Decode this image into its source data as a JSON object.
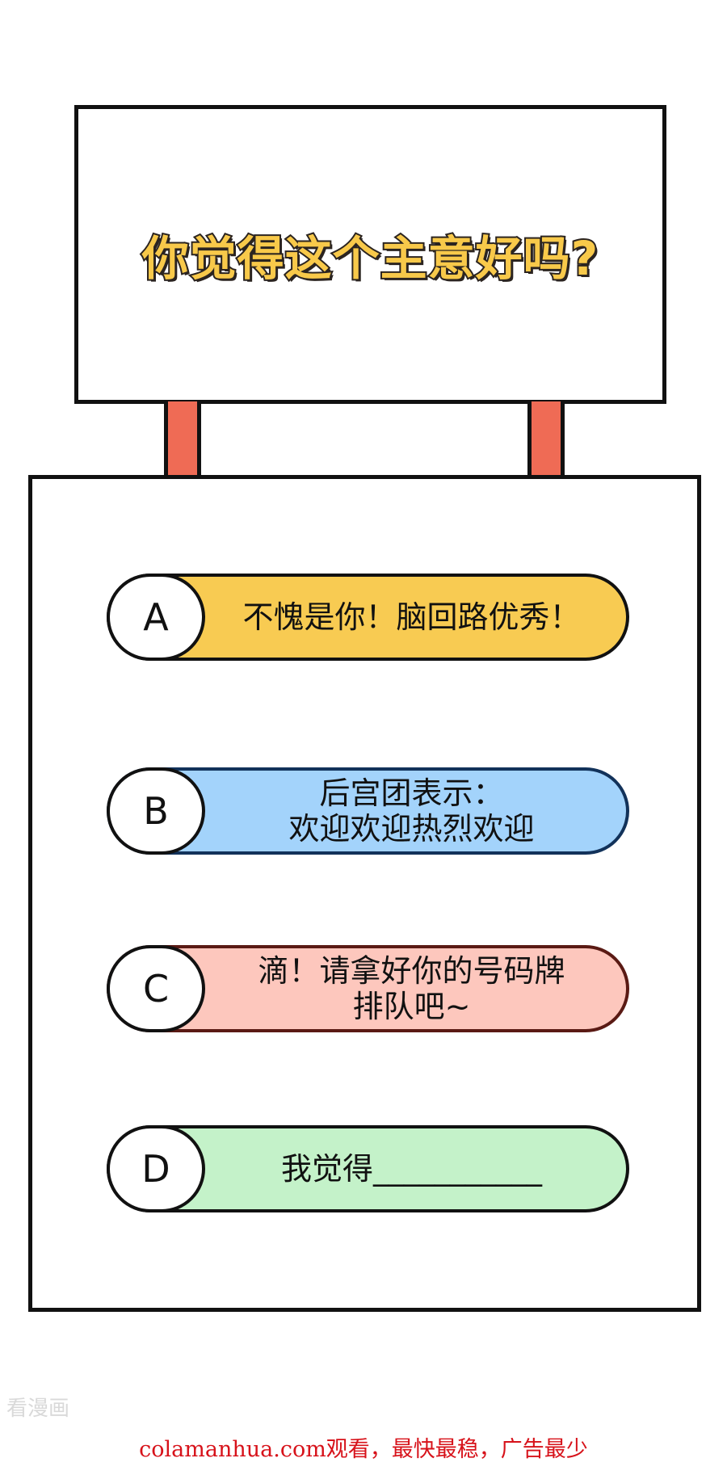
{
  "sign": {
    "title": "你觉得这个主意好吗?"
  },
  "options": [
    {
      "letter": "A",
      "text": "不愧是你！脑回路优秀！",
      "color": "#f8cb52"
    },
    {
      "letter": "B",
      "text": "后宫团表示：\n欢迎欢迎热烈欢迎",
      "color": "#a3d3fb"
    },
    {
      "letter": "C",
      "text": "滴！请拿好你的号码牌\n排队吧~",
      "color": "#fdc7bd"
    },
    {
      "letter": "D",
      "text": "我觉得___________",
      "color": "#c4f2c9"
    }
  ],
  "watermark": "看漫画",
  "footer": "colamanhua.com观看，最快最稳，广告最少",
  "colors": {
    "post": "#ef6b55",
    "footer_text": "#d7121a"
  }
}
